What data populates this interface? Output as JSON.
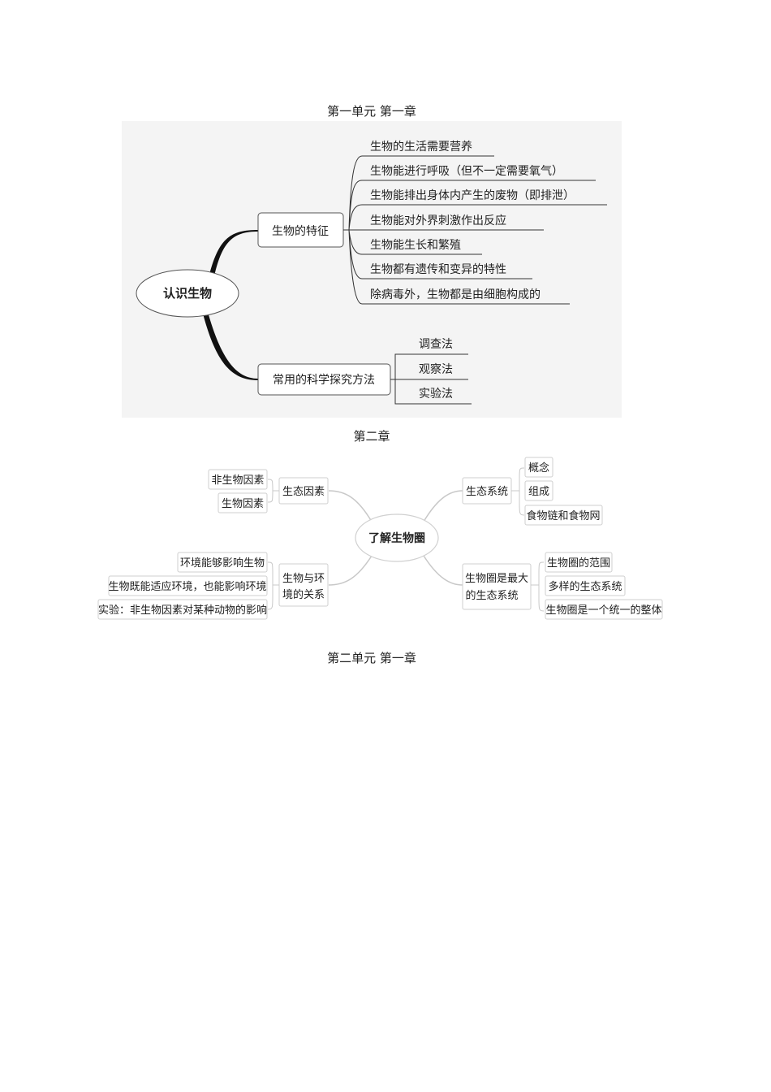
{
  "headings": {
    "unit1_ch1": "第一单元 第一章",
    "ch2": "第二章",
    "unit2_ch1": "第二单元 第一章"
  },
  "map1": {
    "root": "认识生物",
    "branch_features": "生物的特征",
    "features": [
      "生物的生活需要营养",
      "生物能进行呼吸（但不一定需要氧气）",
      "生物能排出身体内产生的废物（即排泄）",
      "生物能对外界刺激作出反应",
      "生物能生长和繁殖",
      "生物都有遗传和变异的特性",
      "除病毒外，生物都是由细胞构成的"
    ],
    "branch_methods": "常用的科学探究方法",
    "methods": [
      "调查法",
      "观察法",
      "实验法"
    ]
  },
  "map2": {
    "root": "了解生物圈",
    "factors": {
      "label": "生态因素",
      "items": [
        "非生物因素",
        "生物因素"
      ]
    },
    "relation": {
      "label_line1": "生物与环",
      "label_line2": "境的关系",
      "items": [
        "环境能够影响生物",
        "生物既能适应环境，也能影响环境",
        "实验：非生物因素对某种动物的影响"
      ]
    },
    "ecosystem": {
      "label": "生态系统",
      "items": [
        "概念",
        "组成",
        "食物链和食物网"
      ]
    },
    "biosphere": {
      "label_line1": "生物圈是最大",
      "label_line2": "的生态系统",
      "items": [
        "生物圈的范围",
        "多样的生态系统",
        "生物圈是一个统一的整体"
      ]
    }
  }
}
